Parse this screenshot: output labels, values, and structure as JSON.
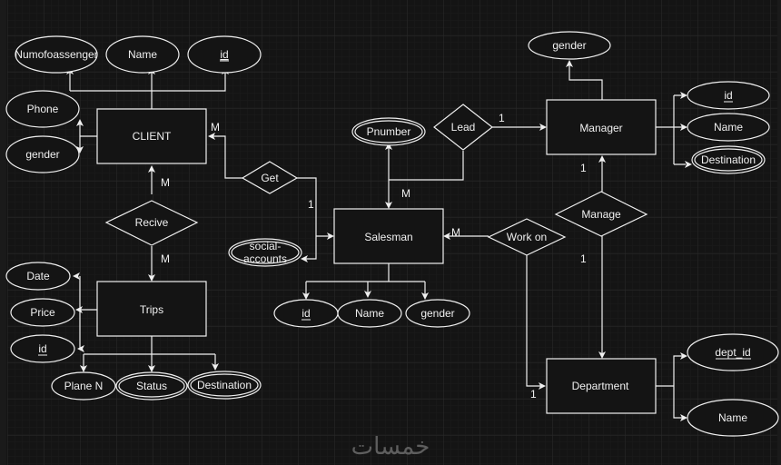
{
  "diagram": {
    "title": "ER Diagram",
    "colors": {
      "background": "#141414",
      "stroke": "#f0f0f0",
      "grid_minor": "#1c1c1c",
      "grid_major": "#2a2a2a",
      "watermark": "#5e5e5e"
    },
    "entities": [
      {
        "id": "client",
        "label": "CLIENT"
      },
      {
        "id": "trips",
        "label": "Trips"
      },
      {
        "id": "salesman",
        "label": "Salesman"
      },
      {
        "id": "manager",
        "label": "Manager"
      },
      {
        "id": "department",
        "label": "Department"
      }
    ],
    "relationships": [
      {
        "id": "recive",
        "label": "Recive"
      },
      {
        "id": "get",
        "label": "Get"
      },
      {
        "id": "lead",
        "label": "Lead"
      },
      {
        "id": "manage",
        "label": "Manage"
      },
      {
        "id": "work_on",
        "label": "Work on"
      }
    ],
    "attributes": {
      "client": [
        {
          "label": "Numofoassenger",
          "key": false,
          "multivalued": false
        },
        {
          "label": "Name",
          "key": false,
          "multivalued": false
        },
        {
          "label": "id",
          "key": true,
          "multivalued": false
        },
        {
          "label": "Phone",
          "key": false,
          "multivalued": false
        },
        {
          "label": "gender",
          "key": false,
          "multivalued": false
        }
      ],
      "trips": [
        {
          "label": "Date",
          "key": false,
          "multivalued": false
        },
        {
          "label": "Price",
          "key": false,
          "multivalued": false
        },
        {
          "label": "id",
          "key": true,
          "multivalued": false
        },
        {
          "label": "Plane N",
          "key": false,
          "multivalued": false
        },
        {
          "label": "Status",
          "key": false,
          "multivalued": true
        },
        {
          "label": "Destination",
          "key": false,
          "multivalued": true
        }
      ],
      "salesman": [
        {
          "label": "Pnumber",
          "key": false,
          "multivalued": true
        },
        {
          "label": "social-",
          "label2": "accounts",
          "key": false,
          "multivalued": true
        },
        {
          "label": "id",
          "key": true,
          "multivalued": false
        },
        {
          "label": "Name",
          "key": false,
          "multivalued": false
        },
        {
          "label": "gender",
          "key": false,
          "multivalued": false
        }
      ],
      "manager": [
        {
          "label": "gender",
          "key": false,
          "multivalued": false
        },
        {
          "label": "id",
          "key": true,
          "multivalued": false
        },
        {
          "label": "Name",
          "key": false,
          "multivalued": false
        },
        {
          "label": "Destination",
          "key": false,
          "multivalued": true
        }
      ],
      "department": [
        {
          "label": "dept_id",
          "key": true,
          "multivalued": false
        },
        {
          "label": "Name",
          "key": false,
          "multivalued": false
        }
      ]
    },
    "cardinalities": {
      "client_get": "M",
      "client_recive": "M",
      "trips_recive": "M",
      "salesman_get": "1",
      "salesman_lead": "M",
      "manager_lead": "1",
      "manager_manage": "1",
      "salesman_work_on": "M",
      "department_manage": "1",
      "department_work_on": "1"
    },
    "watermark": "خمسات"
  }
}
